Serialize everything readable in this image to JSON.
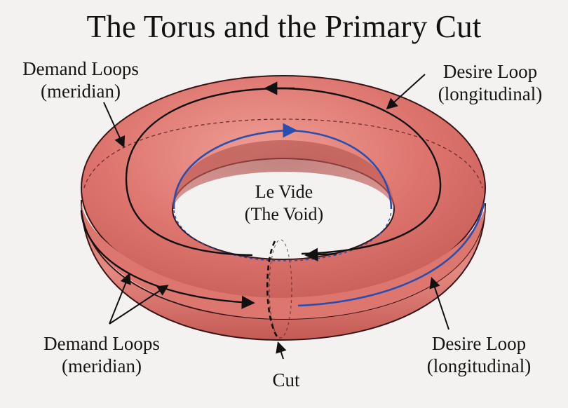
{
  "title": "The Torus and the Primary Cut",
  "labels": {
    "demand_top": {
      "line1": "Demand Loops",
      "line2": "(meridian)"
    },
    "desire_top": {
      "line1": "Desire Loop",
      "line2": "(longitudinal)"
    },
    "void": {
      "line1": "Le Vide",
      "line2": "(The Void)"
    },
    "demand_bottom": {
      "line1": "Demand Loops",
      "line2": "(meridian)"
    },
    "cut": "Cut",
    "desire_bottom": {
      "line1": "Desire Loop",
      "line2": "(longitudinal)"
    }
  },
  "colors": {
    "torus_body": "#d9716b",
    "torus_light": "#ec9a92",
    "torus_dark": "#b9524d",
    "outline": "#3a1515",
    "desire_loop": "#2a4db0",
    "demand_loop": "#111111",
    "background": "#f3f2f0"
  }
}
